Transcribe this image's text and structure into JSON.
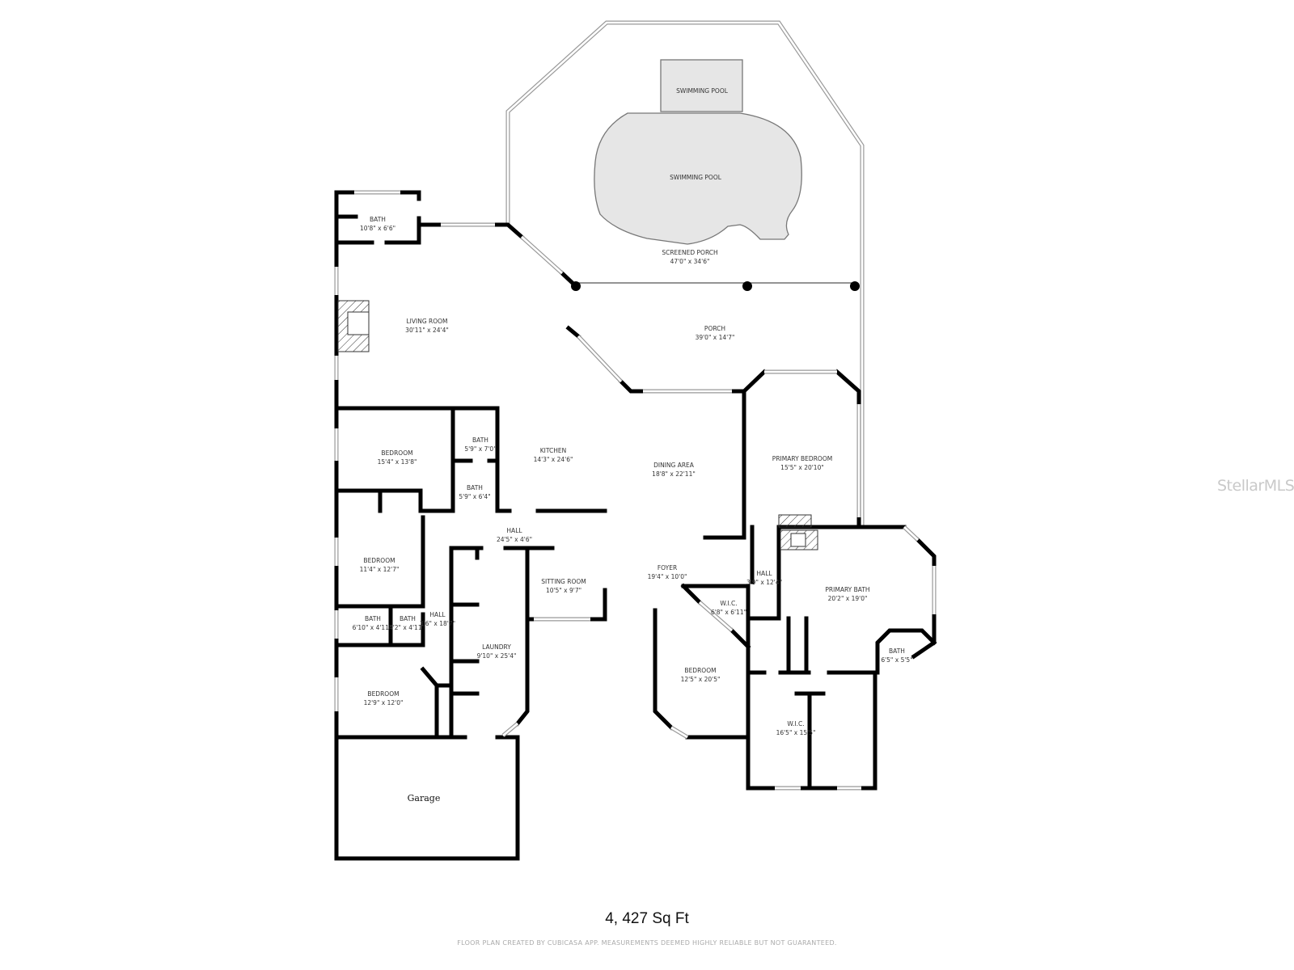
{
  "plan": {
    "rooms": [
      {
        "name": "SWIMMING POOL",
        "dims": ""
      },
      {
        "name": "SWIMMING POOL",
        "dims": ""
      },
      {
        "name": "SCREENED PORCH",
        "dims": "47'0\" x 34'6\""
      },
      {
        "name": "BATH",
        "dims": "10'8\" x 6'6\""
      },
      {
        "name": "LIVING ROOM",
        "dims": "30'11\" x 24'4\""
      },
      {
        "name": "PORCH",
        "dims": "39'0\" x 14'7\""
      },
      {
        "name": "BEDROOM",
        "dims": "15'4\" x 13'8\""
      },
      {
        "name": "BATH",
        "dims": "5'9\" x 7'0\""
      },
      {
        "name": "BATH",
        "dims": "5'9\" x 6'4\""
      },
      {
        "name": "KITCHEN",
        "dims": "14'3\" x 24'6\""
      },
      {
        "name": "DINING AREA",
        "dims": "18'8\" x 22'11\""
      },
      {
        "name": "PRIMARY BEDROOM",
        "dims": "15'5\" x 20'10\""
      },
      {
        "name": "HALL",
        "dims": "24'5\" x 4'6\""
      },
      {
        "name": "BEDROOM",
        "dims": "11'4\" x 12'7\""
      },
      {
        "name": "SITTING ROOM",
        "dims": "10'5\" x 9'7\""
      },
      {
        "name": "FOYER",
        "dims": "19'4\" x 10'0\""
      },
      {
        "name": "HALL",
        "dims": "3'9\" x 12'4\""
      },
      {
        "name": "PRIMARY BATH",
        "dims": "20'2\" x 19'0\""
      },
      {
        "name": "W.I.C.",
        "dims": "6'8\" x 6'11\""
      },
      {
        "name": "BATH",
        "dims": "6'10\" x 4'11\""
      },
      {
        "name": "BATH",
        "dims": "4'2\" x 4'11\""
      },
      {
        "name": "HALL",
        "dims": "3'6\" x 18'7\""
      },
      {
        "name": "LAUNDRY",
        "dims": "9'10\" x 25'4\""
      },
      {
        "name": "BATH",
        "dims": "6'5\" x 5'5\""
      },
      {
        "name": "BEDROOM",
        "dims": "12'5\" x 20'5\""
      },
      {
        "name": "BEDROOM",
        "dims": "12'9\" x 12'0\""
      },
      {
        "name": "W.I.C.",
        "dims": "16'5\" x 15'5\""
      },
      {
        "name": "Garage",
        "dims": ""
      }
    ]
  },
  "total_area": "4, 427 Sq Ft",
  "disclaimer": "FLOOR PLAN CREATED BY CUBICASA APP. MEASUREMENTS DEEMED HIGHLY RELIABLE BUT NOT GUARANTEED.",
  "watermark": "StellarMLS",
  "colors": {
    "wall": "#000000",
    "pool": "#e6e6e6",
    "watermark": "#c9c9c9"
  }
}
